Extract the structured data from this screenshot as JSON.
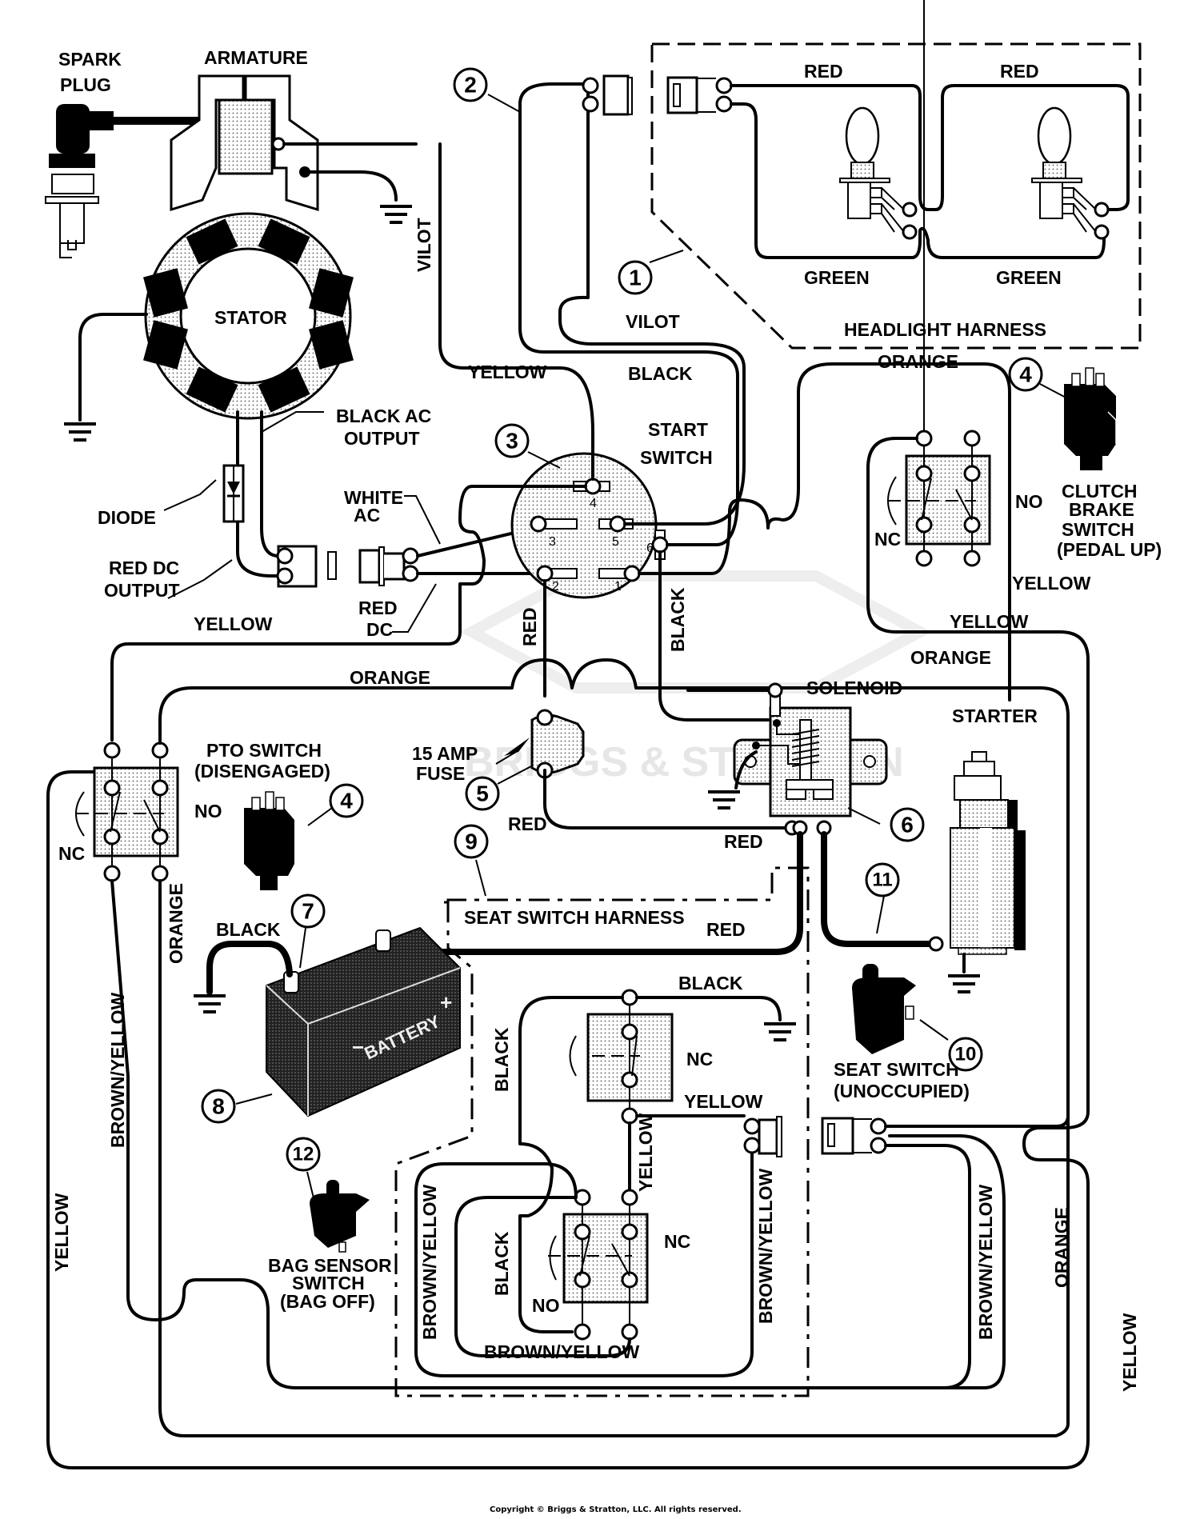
{
  "diagram": {
    "title": "Lawn Tractor Wiring Schematic",
    "watermark": "BRIGGS & STRATTON",
    "copyright": "Copyright © Briggs & Stratton, LLC. All rights reserved."
  },
  "components": {
    "spark_plug": "SPARK PLUG",
    "armature": "ARMATURE",
    "stator": "STATOR",
    "black_ac_output": [
      "BLACK AC",
      "OUTPUT"
    ],
    "diode": "DIODE",
    "red_dc_output": [
      "RED DC",
      "OUTPUT"
    ],
    "white_ac": [
      "WHITE",
      "AC"
    ],
    "red_dc": [
      "RED",
      "DC"
    ],
    "start_switch": [
      "START",
      "SWITCH"
    ],
    "headlight_harness": "HEADLIGHT HARNESS",
    "clutch_brake_switch": [
      "CLUTCH",
      "BRAKE",
      "SWITCH",
      "(PEDAL UP)"
    ],
    "pto_switch": [
      "PTO SWITCH",
      "(DISENGAGED)"
    ],
    "fuse": [
      "15 AMP",
      "FUSE"
    ],
    "solenoid": "SOLENOID",
    "starter": "STARTER",
    "seat_switch_harness": "SEAT SWITCH HARNESS",
    "battery": "BATTERY",
    "battery_plus": "+",
    "battery_minus": "−",
    "seat_switch": [
      "SEAT SWITCH",
      "(UNOCCUPIED)"
    ],
    "bag_sensor_switch": [
      "BAG SENSOR",
      "SWITCH",
      "(BAG OFF)"
    ]
  },
  "start_switch_pins": [
    "1",
    "2",
    "3",
    "4",
    "5",
    "6"
  ],
  "contacts": {
    "no": "NO",
    "nc": "NC"
  },
  "wire_labels": {
    "red": "RED",
    "green": "GREEN",
    "vilot": "VILOT",
    "yellow": "YELLOW",
    "black": "BLACK",
    "orange": "ORANGE",
    "brown_yellow": "BROWN/YELLOW"
  },
  "callouts": [
    "1",
    "2",
    "3",
    "4",
    "4",
    "5",
    "6",
    "7",
    "8",
    "9",
    "10",
    "11",
    "12"
  ]
}
